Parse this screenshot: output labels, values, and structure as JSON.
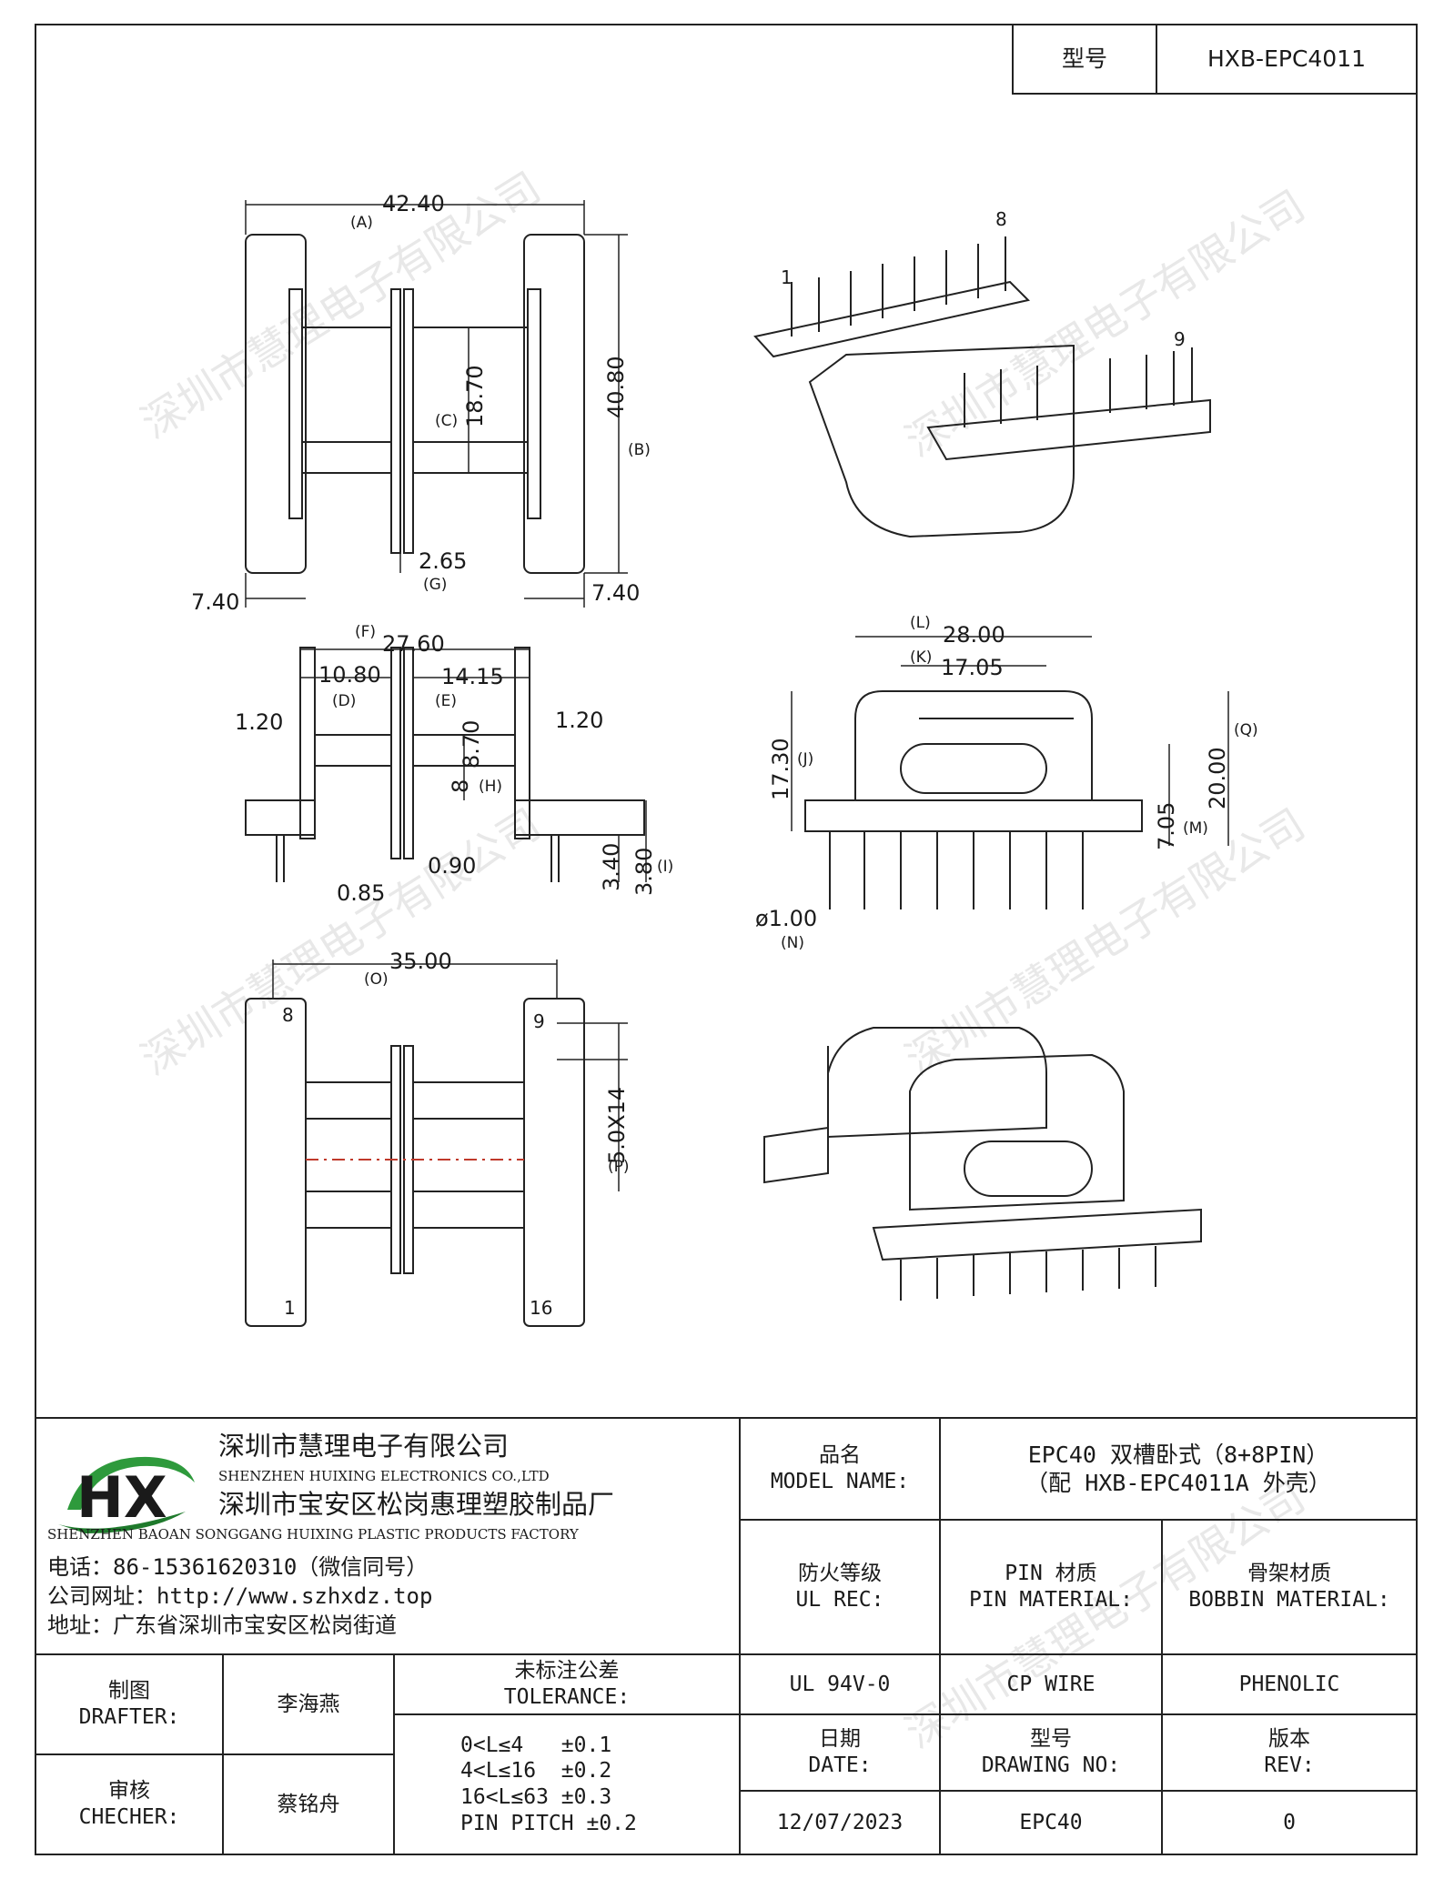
{
  "header": {
    "model_label": "型号",
    "model_value": "HXB-EPC4011"
  },
  "watermark": "深圳市慧理电子有限公司",
  "drawing": {
    "dims": {
      "A": "42.40",
      "A_tag": "(A)",
      "B": "40.80",
      "B_tag": "(B)",
      "C": "18.70",
      "C_tag": "(C)",
      "G": "2.65",
      "G_tag": "(G)",
      "left_740": "7.40",
      "right_740": "7.40",
      "F": "27.60",
      "F_tag": "(F)",
      "D": "10.80",
      "D_tag": "(D)",
      "E": "14.15",
      "E_tag": "(E)",
      "left_120": "1.20",
      "right_120": "1.20",
      "H1": "8.70",
      "H": "8",
      "H_tag": "(H)",
      "d090": "0.90",
      "d085": "0.85",
      "d340": "3.40",
      "I": "3.80",
      "I_tag": "(I)",
      "L": "28.00",
      "L_tag": "(L)",
      "K": "17.05",
      "K_tag": "(K)",
      "J": "17.30",
      "J_tag": "(J)",
      "Q": "20.00",
      "Q_tag": "(Q)",
      "M": "7.05",
      "M_tag": "(M)",
      "N": "ø1.00",
      "N_tag": "(N)",
      "O": "35.00",
      "O_tag": "(O)",
      "P": "5.0X14",
      "P_tag": "(P)"
    },
    "pins": {
      "p1": "1",
      "p8": "8",
      "p9": "9",
      "p16": "16"
    }
  },
  "company": {
    "name_cn": "深圳市慧理电子有限公司",
    "name_en": "SHENZHEN HUIXING ELECTRONICS CO.,LTD",
    "factory_cn": "深圳市宝安区松岗惠理塑胶制品厂",
    "factory_en": "SHENZHEN BAOAN SONGGANG HUIXING PLASTIC PRODUCTS FACTORY",
    "phone": "电话：86-15361620310（微信同号）",
    "website": "公司网址：http://www.szhxdz.top",
    "address": "地址：广东省深圳市宝安区松岗街道",
    "logo_text": "HX",
    "colors": {
      "green": "#2e9a3c",
      "yellow": "#e6c619",
      "dark_green": "#1f7a2c"
    }
  },
  "titleblock": {
    "model_name_label_cn": "品名",
    "model_name_label_en": "MODEL NAME:",
    "model_name_value1": "EPC40 双槽卧式（8+8PIN）",
    "model_name_value2": "（配 HXB-EPC4011A 外壳）",
    "fire_label_cn": "防火等级",
    "fire_label_en": "UL REC:",
    "pin_label_cn": "PIN 材质",
    "pin_label_en": "PIN MATERIAL:",
    "bobbin_label_cn": "骨架材质",
    "bobbin_label_en": "BOBBIN MATERIAL:",
    "fire_value": "UL 94V-0",
    "pin_value": "CP WIRE",
    "bobbin_value": "PHENOLIC",
    "date_label_cn": "日期",
    "date_label_en": "DATE:",
    "drawing_label_cn": "型号",
    "drawing_label_en": "DRAWING NO:",
    "rev_label_cn": "版本",
    "rev_label_en": "REV:",
    "date_value": "12/07/2023",
    "drawing_value": "EPC40",
    "rev_value": "0",
    "drafter_label_cn": "制图",
    "drafter_label_en": "DRAFTER:",
    "drafter_value": "李海燕",
    "checker_label_cn": "审核",
    "checker_label_en": "CHECHER:",
    "checker_value": "蔡铭舟",
    "tolerance_label_cn": "未标注公差",
    "tolerance_label_en": "TOLERANCE:",
    "tolerances": [
      "0<L≤4   ±0.1",
      "4<L≤16  ±0.2",
      "16<L≤63 ±0.3",
      "PIN PITCH ±0.2"
    ]
  }
}
